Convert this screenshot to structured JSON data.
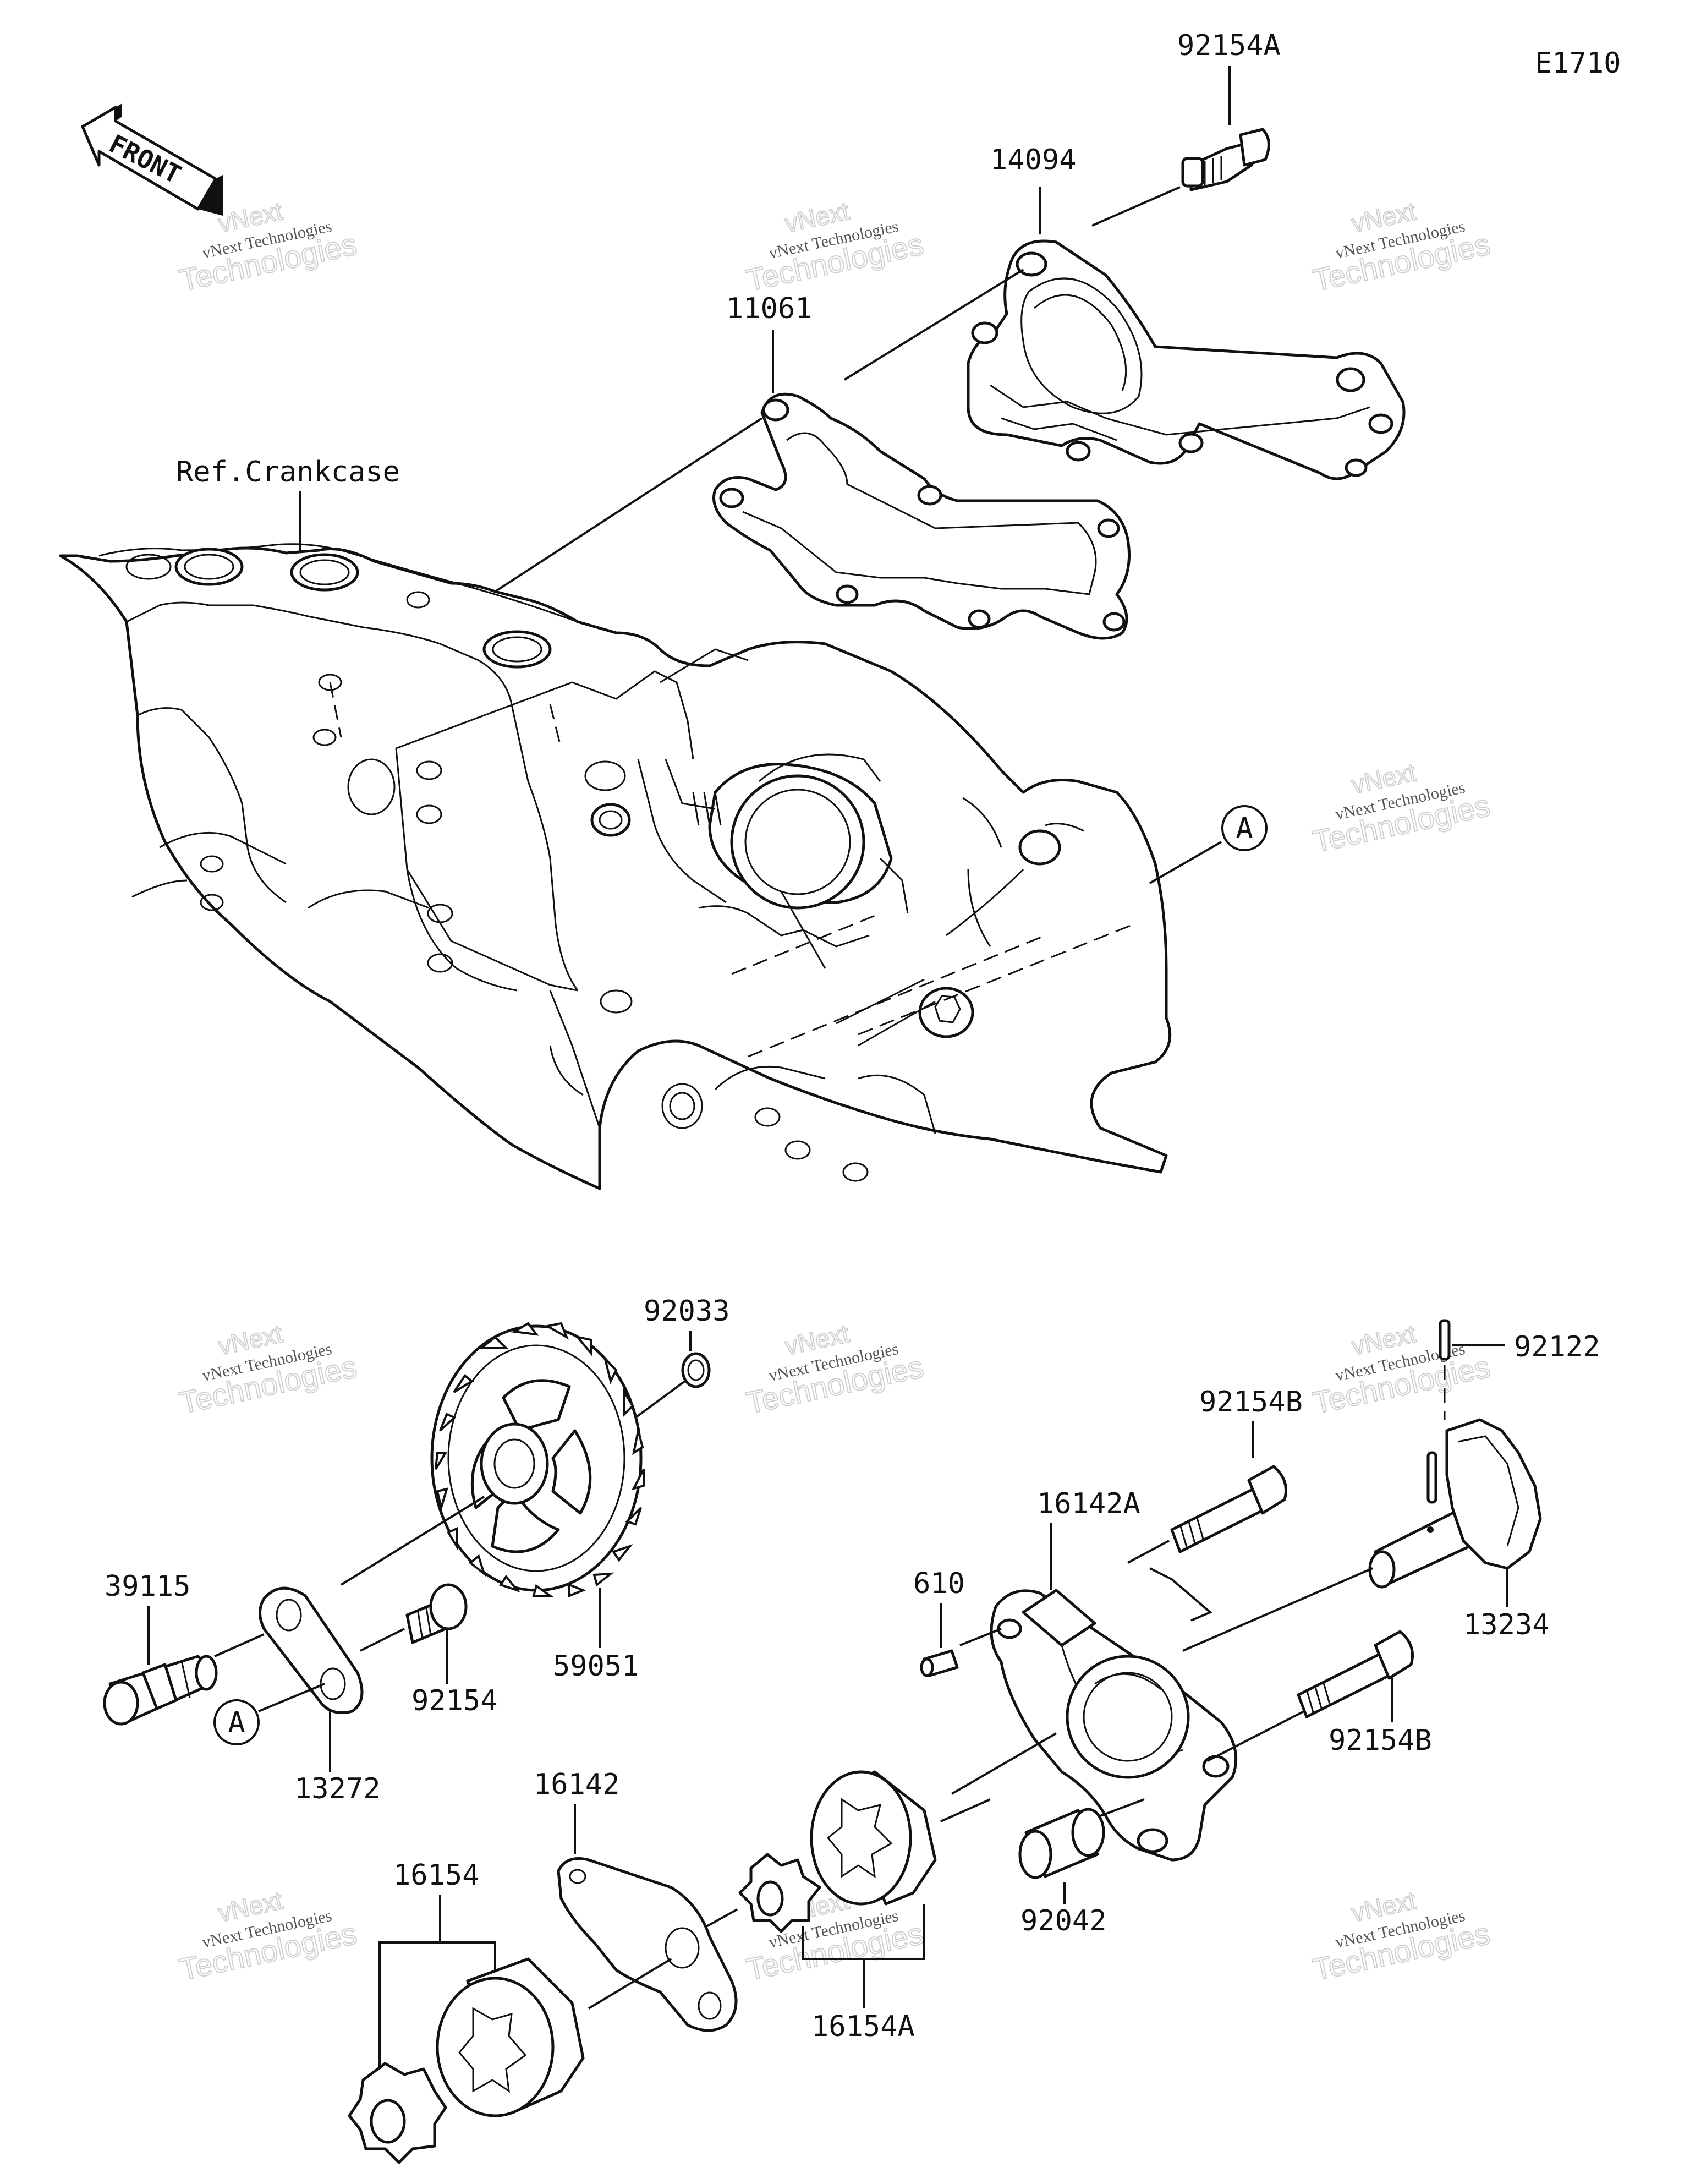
{
  "diagram_code": "E1710",
  "front_arrow": {
    "text": "FRONT"
  },
  "reference_label": "Ref.Crankcase",
  "callout_A": "A",
  "watermark": {
    "line1": "vNext Technologies",
    "line2": "Technologies",
    "line3": "vNext"
  },
  "parts": {
    "p92154A": "92154A",
    "p14094": "14094",
    "p11061": "11061",
    "p92033": "92033",
    "p92122": "92122",
    "p92154B_top": "92154B",
    "p16142A": "16142A",
    "p610": "610",
    "p39115": "39115",
    "p92154": "92154",
    "p59051": "59051",
    "p13272": "13272",
    "p13234": "13234",
    "p92154B_bottom": "92154B",
    "p16142": "16142",
    "p16154": "16154",
    "p92042": "92042",
    "p16154A": "16154A"
  }
}
